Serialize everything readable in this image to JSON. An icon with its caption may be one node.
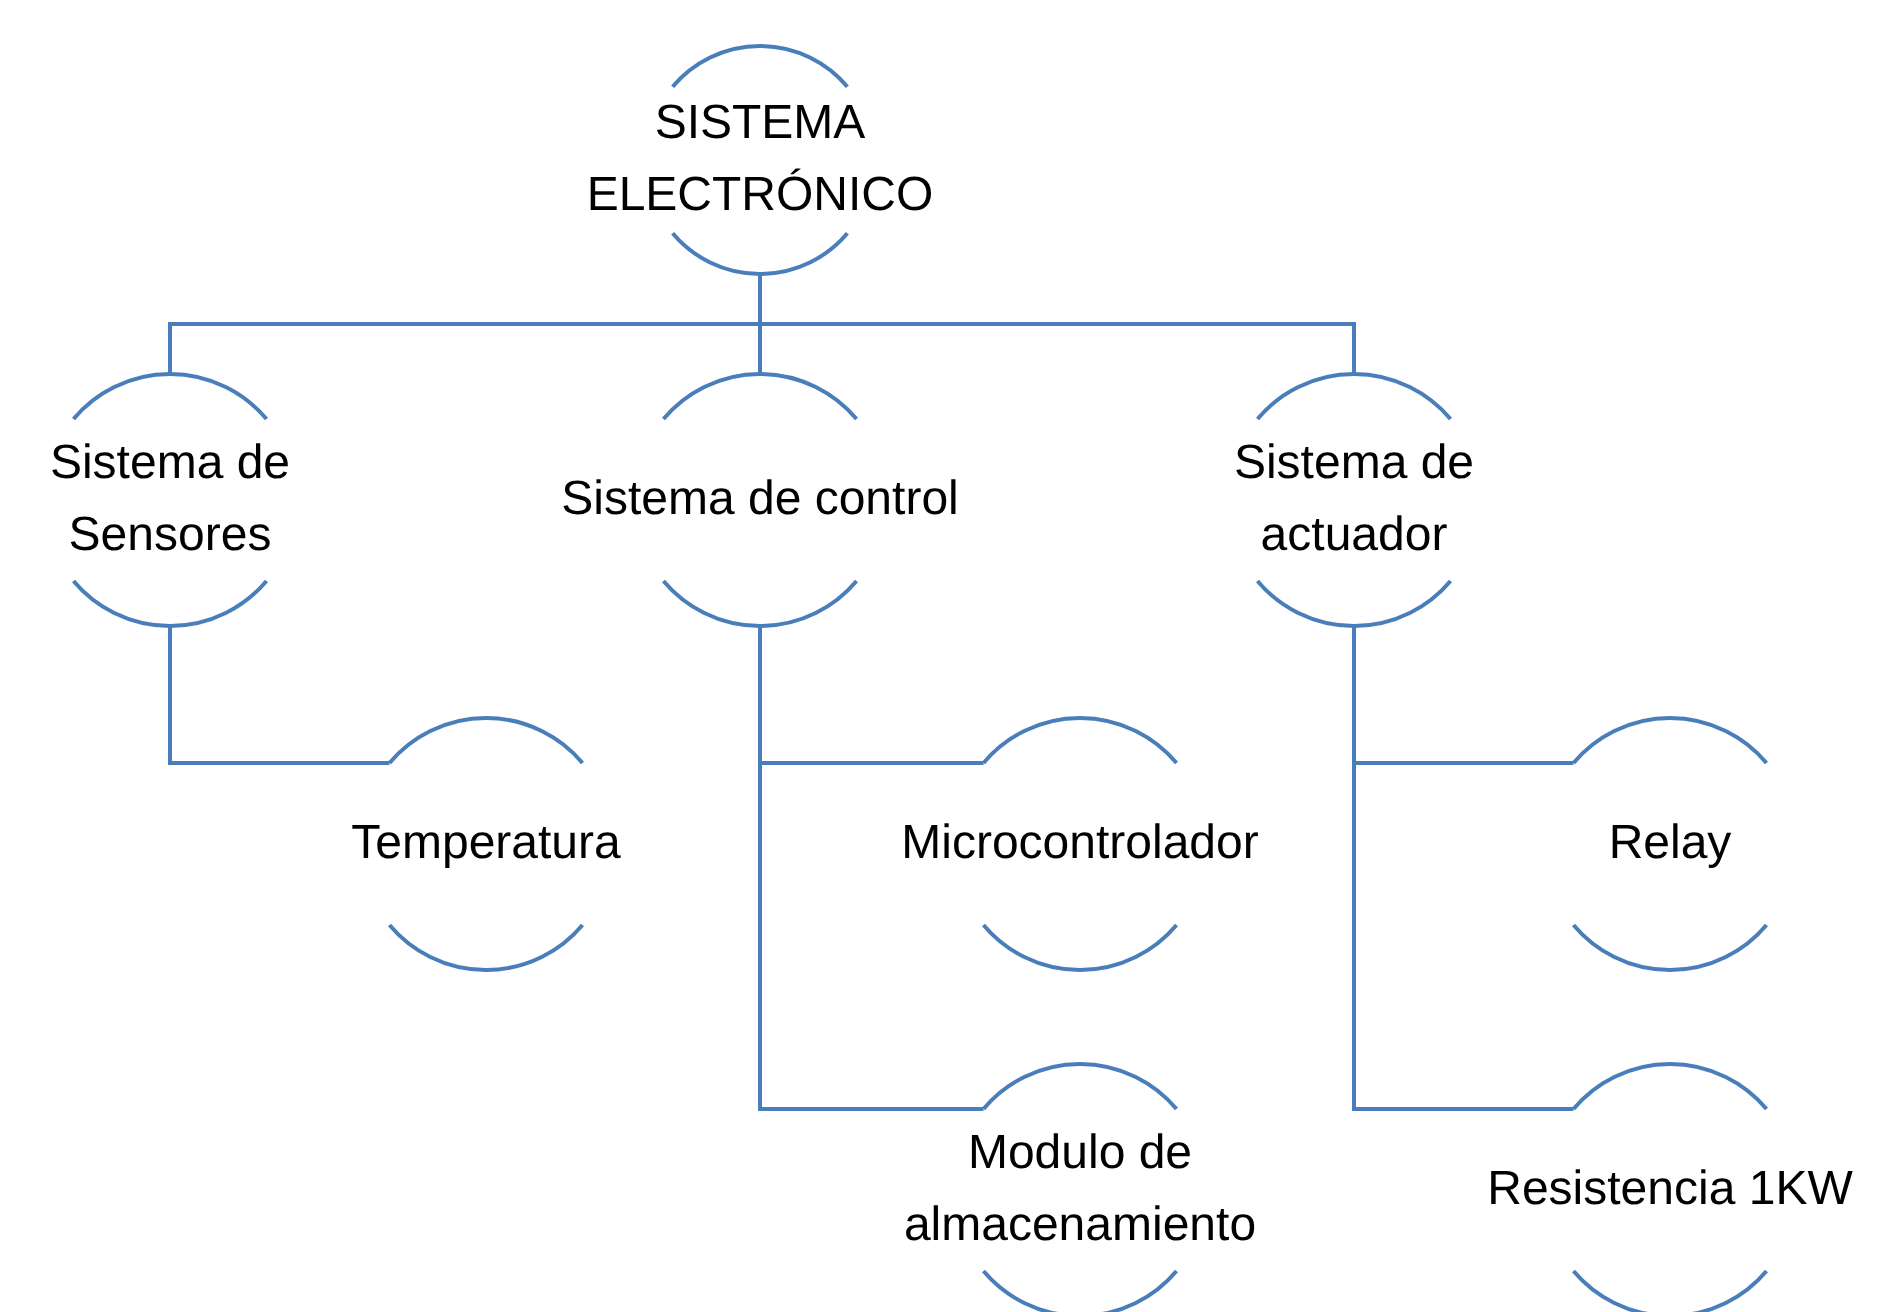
{
  "diagram": {
    "nodes": [
      {
        "text": [
          "SISTEMA ELECTRÓNICO"
        ]
      },
      {
        "text": [
          "Sistema de Sensores"
        ]
      },
      {
        "text": [
          "Sistema de control"
        ]
      },
      {
        "text": [
          "Sistema de actuador"
        ]
      },
      {
        "text": [
          "Temperatura"
        ]
      },
      {
        "text": [
          "Microcontrolador"
        ]
      },
      {
        "text": [
          "Modulo de almacenamiento"
        ]
      },
      {
        "text": [
          "Relay"
        ]
      },
      {
        "text": [
          "Resistencia 1KW"
        ]
      }
    ],
    "edges": [
      {
        "from": 0,
        "to": 1,
        "arrow": "none"
      },
      {
        "from": 0,
        "to": 2,
        "arrow": "none"
      },
      {
        "from": 0,
        "to": 3,
        "arrow": "none"
      },
      {
        "from": 1,
        "to": 4,
        "arrow": "none"
      },
      {
        "from": 2,
        "to": 5,
        "arrow": "none"
      },
      {
        "from": 2,
        "to": 6,
        "arrow": "none"
      },
      {
        "from": 3,
        "to": 7,
        "arrow": "none"
      },
      {
        "from": 3,
        "to": 8,
        "arrow": "none"
      }
    ]
  }
}
